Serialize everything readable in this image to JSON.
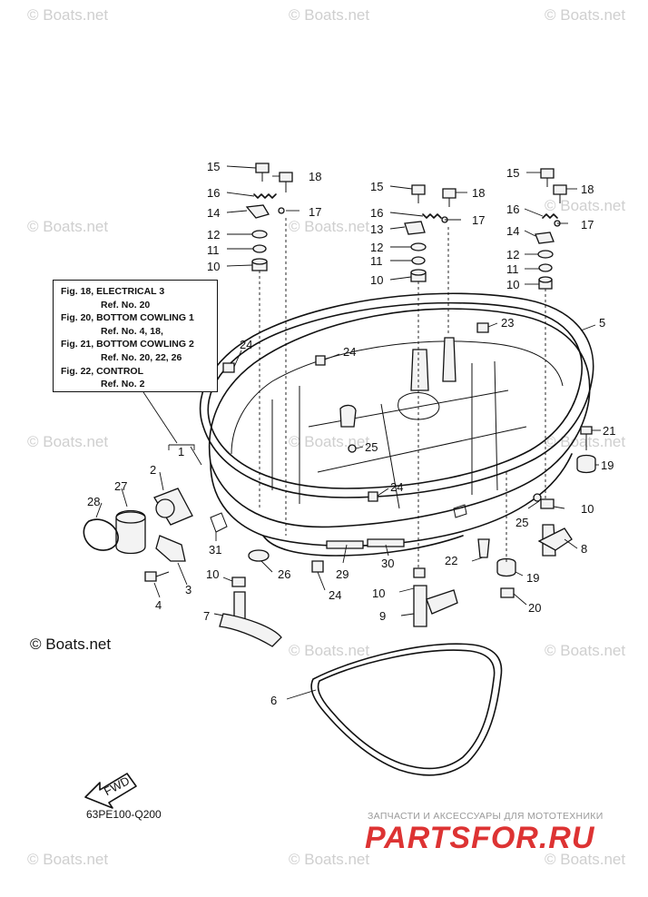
{
  "watermark": "© Boats.net",
  "copyright": "© Boats.net",
  "figure_code": "63PE100-Q200",
  "store": {
    "tagline": "ЗАПЧАСТИ И АКСЕССУАРЫ ДЛЯ МОТОТЕХНИКИ",
    "logo": "PARTSFOR.RU"
  },
  "fwd_label": "FWD",
  "reference_box": [
    {
      "fig": "Fig. 18, ELECTRICAL 3",
      "ref": "Ref. No. 20"
    },
    {
      "fig": "Fig. 20, BOTTOM COWLING 1",
      "ref": "Ref. No. 4, 18,"
    },
    {
      "fig": "Fig. 21, BOTTOM COWLING 2",
      "ref": "Ref. No. 20, 22, 26"
    },
    {
      "fig": "Fig. 22, CONTROL",
      "ref": "Ref. No. 2"
    }
  ],
  "callouts": [
    "15",
    "18",
    "16",
    "17",
    "14",
    "12",
    "11",
    "10",
    "15",
    "18",
    "16",
    "17",
    "13",
    "12",
    "11",
    "10",
    "15",
    "18",
    "16",
    "17",
    "14",
    "12",
    "11",
    "10",
    "23",
    "5",
    "24",
    "24",
    "25",
    "21",
    "19",
    "1",
    "2",
    "27",
    "28",
    "24",
    "10",
    "25",
    "8",
    "31",
    "26",
    "29",
    "30",
    "22",
    "19",
    "20",
    "3",
    "4",
    "10",
    "24",
    "10",
    "9",
    "7",
    "6"
  ]
}
